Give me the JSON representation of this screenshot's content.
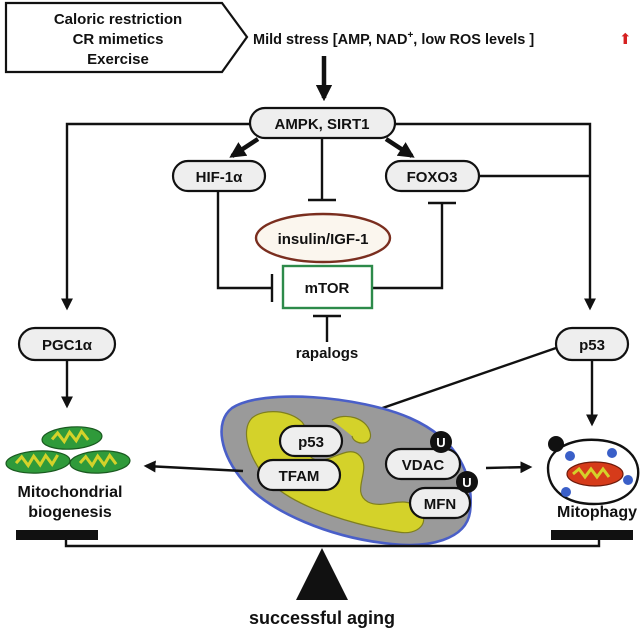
{
  "inputs": {
    "line1": "Caloric restriction",
    "line2": "CR mimetics",
    "line3": "Exercise"
  },
  "stress": {
    "label_pre": "Mild stress [AMP, NAD",
    "sup": "+",
    "label_post": ", low ROS levels ]",
    "up_symbol": "⬆"
  },
  "nodes": {
    "ampk": "AMPK, SIRT1",
    "hif": "HIF-1α",
    "foxo": "FOXO3",
    "insulin": "insulin/IGF-1",
    "mtor": "mTOR",
    "rapalogs": "rapalogs",
    "pgc": "PGC1α",
    "p53": "p53"
  },
  "mito": {
    "p53": "p53",
    "tfam": "TFAM",
    "vdac": "VDAC",
    "mfn": "MFN",
    "ub": "U"
  },
  "outcomes": {
    "biogenesis_line1": "Mitochondrial",
    "biogenesis_line2": "biogenesis",
    "mitophagy": "Mitophagy",
    "aging": "successful aging"
  },
  "colors": {
    "mito_green": "#2f9a3a",
    "mito_yellow": "#d4d22a",
    "mito_gray": "#9a9a9a",
    "mito_outline": "#4a5fc8",
    "insulin_fill": "#fbf6ee",
    "insulin_stroke": "#7a2e1f",
    "mtor_stroke": "#2d8a4a",
    "up_arrow": "#d62020",
    "phago_red": "#d63b1a",
    "phago_blue": "#3a5fc8"
  }
}
